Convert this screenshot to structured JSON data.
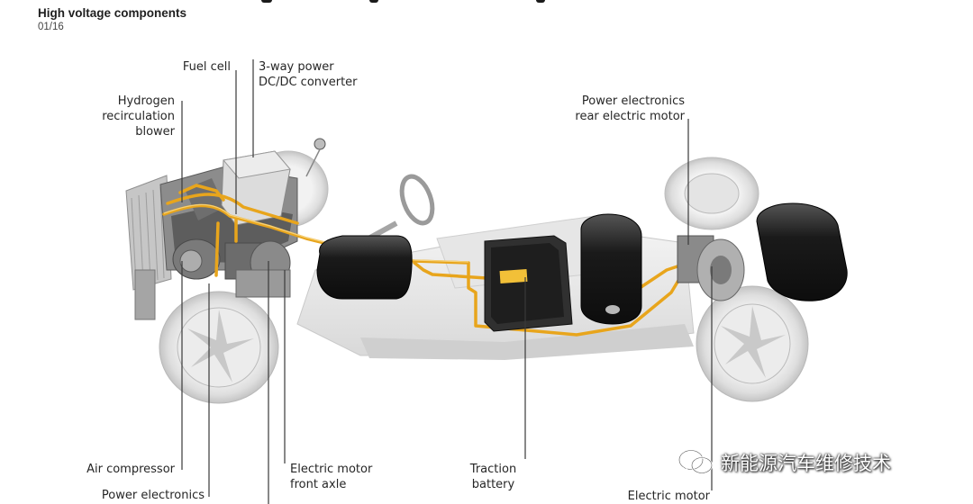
{
  "header": {
    "title": "High voltage components",
    "page_counter": "01/16"
  },
  "labels": {
    "fuel_cell": "Fuel cell",
    "dcdc_converter": "3-way power\nDC/DC converter",
    "hydrogen_blower": "Hydrogen\nrecirculation\nblower",
    "power_electronics_rear": "Power electronics\nrear electric motor",
    "air_compressor": "Air compressor",
    "power_electronics": "Power electronics",
    "electric_motor_front": "Electric motor\nfront axle",
    "traction_battery": "Traction\nbattery",
    "electric_motor": "Electric motor"
  },
  "watermark": {
    "text": "新能源汽车维修技术",
    "icon": "wechat-icon"
  },
  "colors": {
    "hv_cable": "#e8a51c",
    "tank": "#1c1c1c",
    "leader_line": "#3a3a3a"
  }
}
